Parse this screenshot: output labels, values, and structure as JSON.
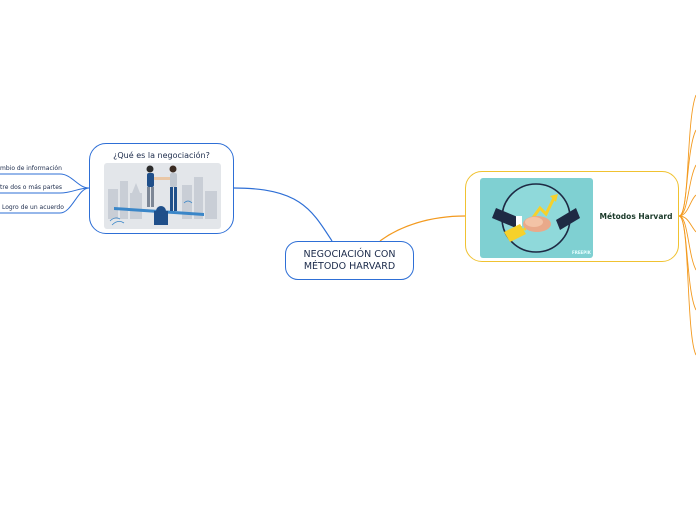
{
  "central": {
    "line1": "NEGOCIACIÓN CON",
    "line2": "MÉTODO HARVARD"
  },
  "left_topic": {
    "title": "¿Qué es la negociación?",
    "children": [
      "mbio de información",
      "tre dos o más partes",
      "Logro de un acuerdo"
    ]
  },
  "right_topic": {
    "title": "Métodos Harvard",
    "image_watermark": "FREEPIK"
  },
  "colors": {
    "left_branch": "#2e6fd6",
    "right_branch": "#f39a1f",
    "right_border": "#f0c231",
    "handshake_bg": "#7fd0d2"
  }
}
